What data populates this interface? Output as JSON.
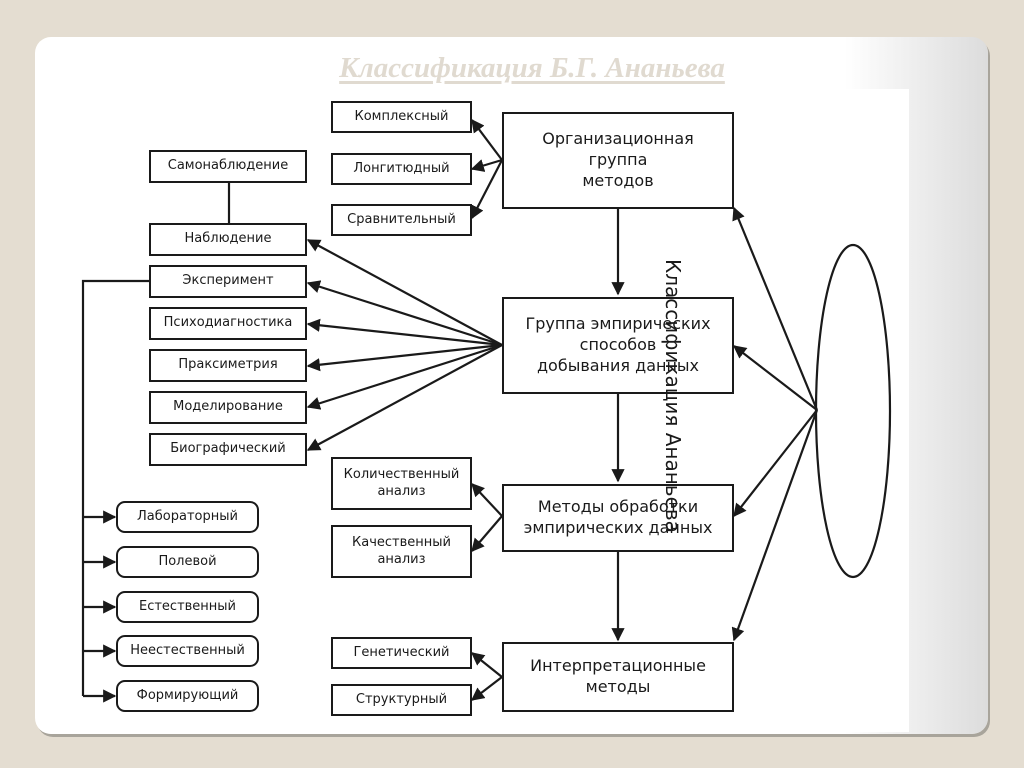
{
  "slide": {
    "title": "Классификация Б.Г. Ананьева"
  },
  "diagram": {
    "root": "Классификация Ананьева",
    "groups": {
      "organizational": "Организационная\nгруппа\nметодов",
      "empirical": "Группа эмпирических\nспособов\nдобывания данных",
      "processing": "Методы обработки\nэмпирических данных",
      "interpretational": "Интерпретационные\nметоды"
    },
    "organizational_methods": [
      "Комплексный",
      "Лонгитюдный",
      "Сравнительный"
    ],
    "empirical_methods": [
      "Наблюдение",
      "Эксперимент",
      "Психодиагностика",
      "Праксиметрия",
      "Моделирование",
      "Биографический"
    ],
    "observation_sub": "Самонаблюдение",
    "experiment_types": [
      "Лабораторный",
      "Полевой",
      "Естественный",
      "Неестественный",
      "Формирующий"
    ],
    "processing_methods": [
      "Количественный\nанализ",
      "Качественный\nанализ"
    ],
    "interpretational_methods": [
      "Генетический",
      "Структурный"
    ]
  }
}
